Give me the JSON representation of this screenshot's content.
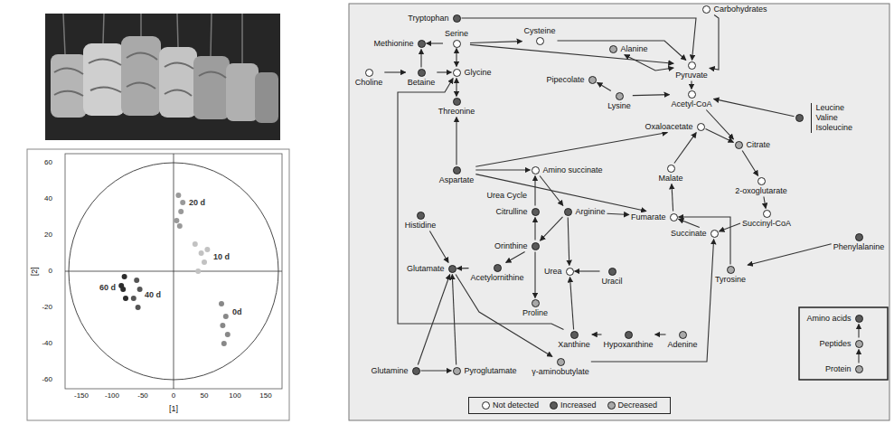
{
  "diagram": {
    "nodes": [
      {
        "text": [
          "Tryptophan"
        ]
      },
      {
        "text": [
          "Carbohydrates"
        ]
      },
      {
        "text": [
          "Serine"
        ]
      },
      {
        "text": [
          "Cysteine"
        ]
      },
      {
        "text": [
          "Methionine"
        ]
      },
      {
        "text": [
          "Alanine"
        ]
      },
      {
        "text": [
          "Pyruvate"
        ]
      },
      {
        "text": [
          "Choline"
        ]
      },
      {
        "text": [
          "Betaine"
        ]
      },
      {
        "text": [
          "Glycine"
        ]
      },
      {
        "text": [
          "Pipecolate"
        ]
      },
      {
        "text": [
          "Lysine"
        ]
      },
      {
        "text": [
          "Acetyl-CoA"
        ]
      },
      {
        "text": [
          "Leucine",
          "Valine",
          "Isoleucine"
        ]
      },
      {
        "text": [
          "Threonine"
        ]
      },
      {
        "text": [
          "Oxaloacetate"
        ]
      },
      {
        "text": [
          "Citrate"
        ]
      },
      {
        "text": [
          "Aspartate"
        ]
      },
      {
        "text": [
          "Amino succinate"
        ]
      },
      {
        "text": [
          "Malate"
        ]
      },
      {
        "text": [
          "2-oxoglutarate"
        ]
      },
      {
        "text": [
          "Citrulline"
        ]
      },
      {
        "text": [
          "Arginine"
        ]
      },
      {
        "text": [
          "Fumarate"
        ]
      },
      {
        "text": [
          "Succinyl-CoA"
        ]
      },
      {
        "text": [
          "Histidine"
        ]
      },
      {
        "text": [
          "Succinate"
        ]
      },
      {
        "text": [
          "Orinthine"
        ]
      },
      {
        "text": [
          "Phenylalanine"
        ]
      },
      {
        "text": [
          "Glutamate"
        ]
      },
      {
        "text": [
          "Acetylornithine"
        ]
      },
      {
        "text": [
          "Urea"
        ]
      },
      {
        "text": [
          "Uracil"
        ]
      },
      {
        "text": [
          "Tyrosine"
        ]
      },
      {
        "text": [
          "Proline"
        ]
      },
      {
        "text": [
          "Xanthine"
        ]
      },
      {
        "text": [
          "Hypoxanthine"
        ]
      },
      {
        "text": [
          "Adenine"
        ]
      },
      {
        "text": [
          "Amino acids"
        ]
      },
      {
        "text": [
          "Peptides"
        ]
      },
      {
        "text": [
          "Protein"
        ]
      },
      {
        "text": [
          "Glutamine"
        ]
      },
      {
        "text": [
          "Pyroglutamate"
        ]
      },
      {
        "text": [
          "γ-aminobutylate"
        ]
      }
    ],
    "edges": [
      {
        "from": 0,
        "to": 6,
        "arrow": "to"
      },
      {
        "from": 1,
        "to": 6,
        "arrow": "to"
      },
      {
        "from": 2,
        "to": 3,
        "arrow": "to"
      },
      {
        "from": 3,
        "to": 6,
        "arrow": "to"
      },
      {
        "from": 2,
        "to": 6,
        "arrow": "to"
      },
      {
        "from": 2,
        "to": 4,
        "arrow": "to"
      },
      {
        "from": 8,
        "to": 4,
        "arrow": "to"
      },
      {
        "from": 7,
        "to": 8,
        "arrow": "to"
      },
      {
        "from": 8,
        "to": 9,
        "arrow": "to"
      },
      {
        "from": 2,
        "to": 9,
        "arrow": "both"
      },
      {
        "from": 9,
        "to": 14,
        "arrow": "both"
      },
      {
        "from": 5,
        "to": 6,
        "arrow": "both"
      },
      {
        "from": 11,
        "to": 10,
        "arrow": "to"
      },
      {
        "from": 11,
        "to": 12,
        "arrow": "to"
      },
      {
        "from": 6,
        "to": 12,
        "arrow": "to"
      },
      {
        "from": 13,
        "to": 12,
        "arrow": "to"
      },
      {
        "from": 12,
        "to": 16,
        "arrow": "to"
      },
      {
        "from": 15,
        "to": 16,
        "arrow": "to"
      },
      {
        "from": 16,
        "to": 20,
        "arrow": "to"
      },
      {
        "from": 20,
        "to": 24,
        "arrow": "to"
      },
      {
        "from": 24,
        "to": 26,
        "arrow": "to"
      },
      {
        "from": 26,
        "to": 23,
        "arrow": "to"
      },
      {
        "from": 23,
        "to": 19,
        "arrow": "to"
      },
      {
        "from": 19,
        "to": 15,
        "arrow": "to"
      },
      {
        "from": 17,
        "to": 15,
        "arrow": "to"
      },
      {
        "from": 17,
        "to": 14,
        "arrow": "to"
      },
      {
        "from": 17,
        "to": 18,
        "arrow": "to"
      },
      {
        "from": 17,
        "to": 23,
        "arrow": "to"
      },
      {
        "from": 18,
        "to": 22,
        "arrow": "to"
      },
      {
        "from": 22,
        "to": 27,
        "arrow": "to"
      },
      {
        "from": 27,
        "to": 21,
        "arrow": "to"
      },
      {
        "from": 21,
        "to": 18,
        "arrow": "to"
      },
      {
        "from": 22,
        "to": 23,
        "arrow": "to"
      },
      {
        "from": 22,
        "to": 31,
        "arrow": "to"
      },
      {
        "from": 27,
        "to": 34,
        "arrow": "to"
      },
      {
        "from": 27,
        "to": 30,
        "arrow": "to"
      },
      {
        "from": 30,
        "to": 29,
        "arrow": "to"
      },
      {
        "from": 32,
        "to": 31,
        "arrow": "to"
      },
      {
        "from": 35,
        "to": 31,
        "arrow": "to"
      },
      {
        "from": 36,
        "to": 35,
        "arrow": "to"
      },
      {
        "from": 37,
        "to": 36,
        "arrow": "to"
      },
      {
        "from": 35,
        "to": 9,
        "arrow": "to"
      },
      {
        "from": 25,
        "to": 29,
        "arrow": "to"
      },
      {
        "from": 41,
        "to": 29,
        "arrow": "to"
      },
      {
        "from": 41,
        "to": 42,
        "arrow": "to"
      },
      {
        "from": 42,
        "to": 29,
        "arrow": "to"
      },
      {
        "from": 29,
        "to": 43,
        "arrow": "to"
      },
      {
        "from": 43,
        "to": 26,
        "arrow": "to"
      },
      {
        "from": 33,
        "to": 23,
        "arrow": "to"
      },
      {
        "from": 28,
        "to": 33,
        "arrow": "to"
      },
      {
        "from": 40,
        "to": 39,
        "arrow": "to"
      },
      {
        "from": 39,
        "to": 38,
        "arrow": "to"
      }
    ],
    "labels": [
      "60",
      "40",
      "20",
      "0",
      "-20",
      "-40",
      "-60",
      "-150",
      "-100",
      "-50",
      "0",
      "50",
      "100",
      "150",
      "[2]",
      "[1]",
      "20 d",
      "10 d",
      "60 d",
      "40 d",
      "0d",
      "Urea Cycle"
    ],
    "legend": [
      {
        "text": "Not detected",
        "color": "#ffffff"
      },
      {
        "text": "Increased",
        "color": "#5a5a5a"
      },
      {
        "text": "Decreased",
        "color": "#a8a8a8"
      }
    ]
  }
}
